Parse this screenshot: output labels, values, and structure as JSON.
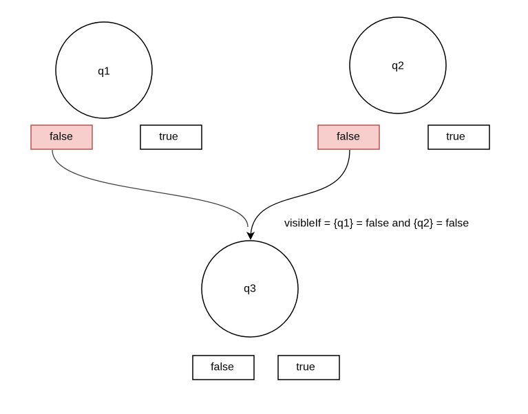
{
  "colors": {
    "selected_fill": "#f8cecc",
    "selected_stroke": "#b85450",
    "plain_fill": "#ffffff",
    "stroke": "#000000",
    "edge_q1": "#444444",
    "edge_q2": "#000000"
  },
  "questions": [
    {
      "id": "q1",
      "label": "q1",
      "options": [
        {
          "label": "false",
          "selected": true
        },
        {
          "label": "true",
          "selected": false
        }
      ]
    },
    {
      "id": "q2",
      "label": "q2",
      "options": [
        {
          "label": "false",
          "selected": true
        },
        {
          "label": "true",
          "selected": false
        }
      ]
    },
    {
      "id": "q3",
      "label": "q3",
      "options": [
        {
          "label": "false",
          "selected": false
        },
        {
          "label": "true",
          "selected": false
        }
      ]
    }
  ],
  "condition_label": "visibleIf = {q1} = false and {q2} = false"
}
